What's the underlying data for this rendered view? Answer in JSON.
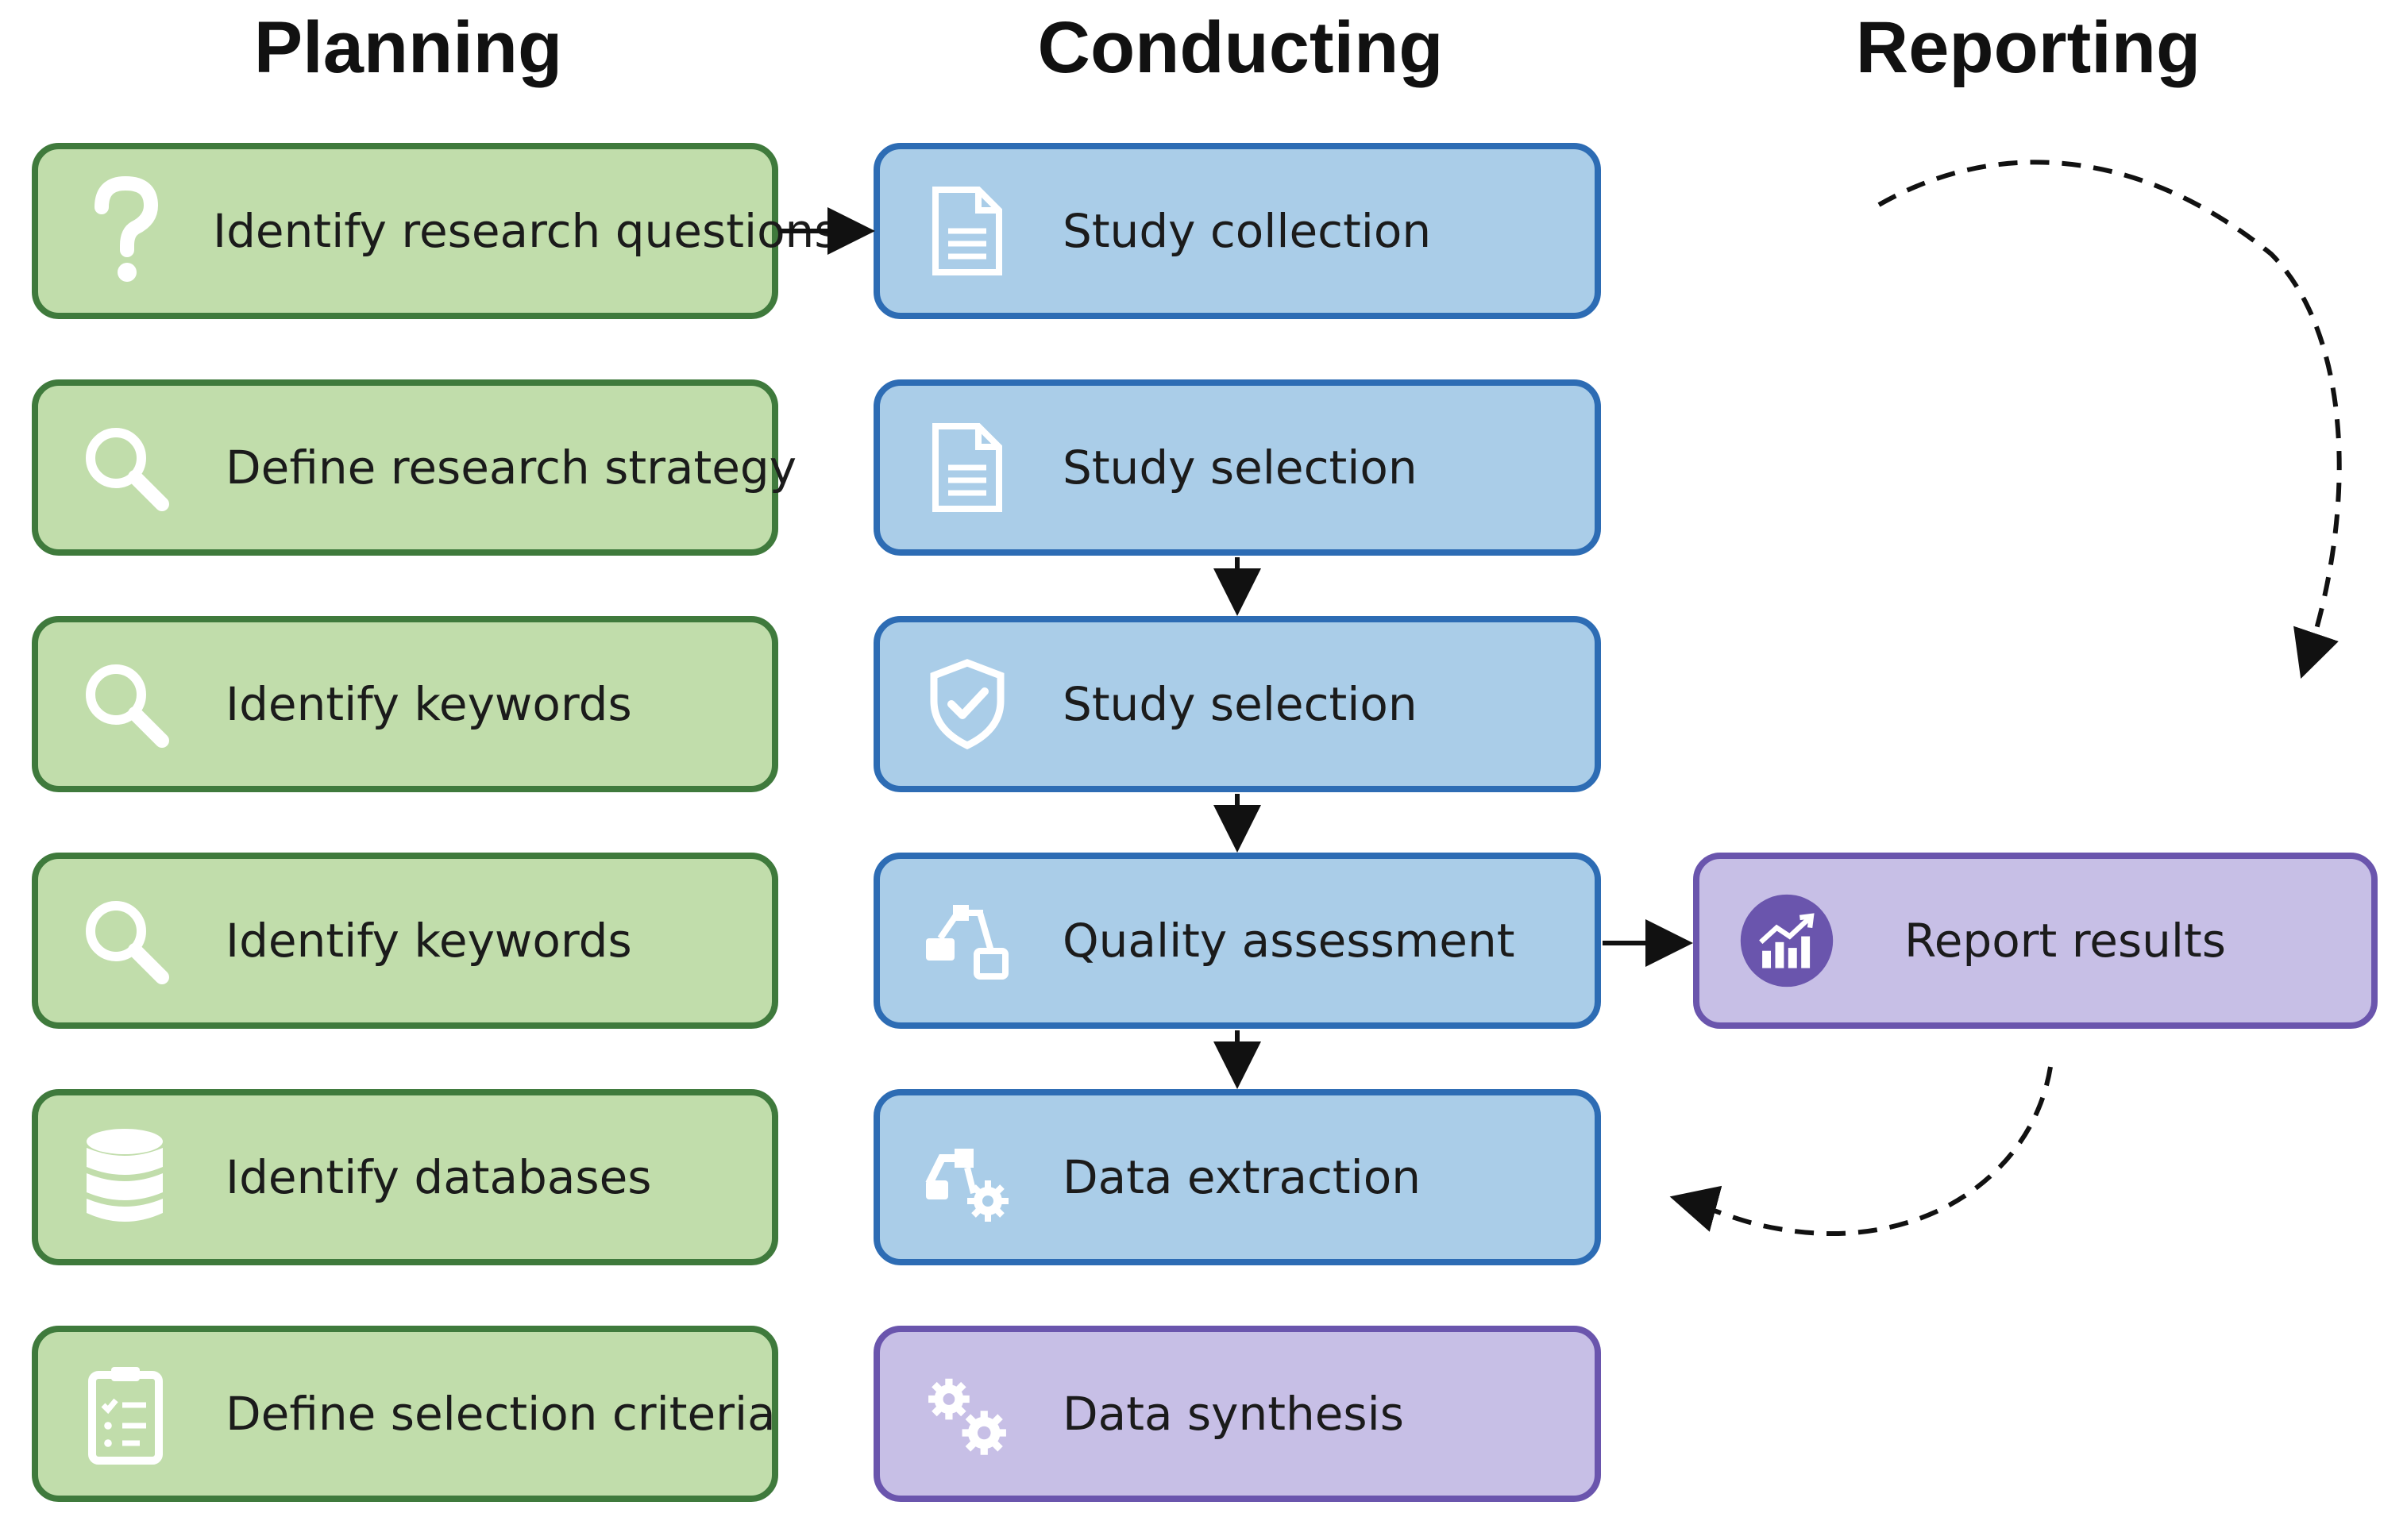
{
  "headings": {
    "planning": "Planning",
    "conducting": "Conducting",
    "reporting": "Reporting"
  },
  "planning": [
    {
      "label": "Identify research questions",
      "icon": "question-icon"
    },
    {
      "label": "Define research strategy",
      "icon": "search-icon"
    },
    {
      "label": "Identify keywords",
      "icon": "search-icon"
    },
    {
      "label": "Identify keywords",
      "icon": "search-icon"
    },
    {
      "label": "Identify databases",
      "icon": "database-icon"
    },
    {
      "label": "Define selection criteria",
      "icon": "clipboard-checklist-icon"
    }
  ],
  "conducting": [
    {
      "label": "Study collection",
      "icon": "document-icon"
    },
    {
      "label": "Study selection",
      "icon": "document-icon"
    },
    {
      "label": "Study selection",
      "icon": "shield-check-icon"
    },
    {
      "label": "Quality assessment",
      "icon": "workflow-icon"
    },
    {
      "label": "Data extraction",
      "icon": "workflow-gear-icon"
    },
    {
      "label": "Data synthesis",
      "icon": "gears-icon"
    }
  ],
  "reporting": [
    {
      "label": "Report results",
      "icon": "chart-up-icon"
    }
  ],
  "colors": {
    "planning_fill": "#c1ddab",
    "planning_border": "#3f7a3c",
    "conducting_fill": "#aacde8",
    "conducting_border": "#2d6cb4",
    "reporting_fill": "#c7bfe6",
    "reporting_border": "#6a55ad"
  }
}
